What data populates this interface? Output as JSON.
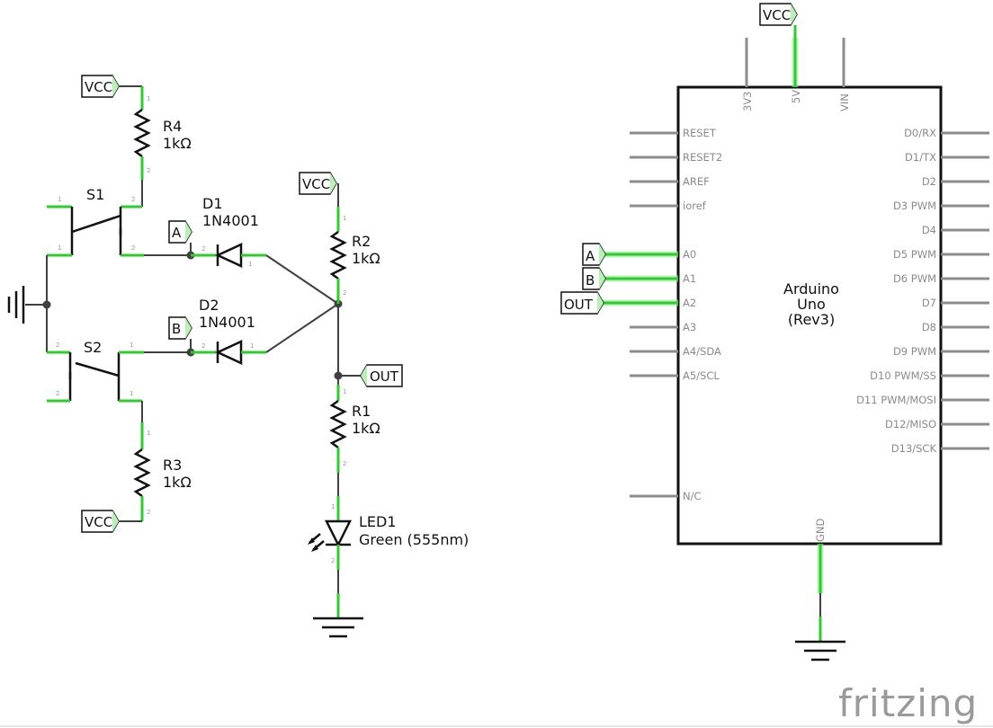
{
  "schematic": {
    "net_labels": {
      "vcc_top_right": "VCC",
      "vcc_r4": "VCC",
      "vcc_r2": "VCC",
      "vcc_r3": "VCC",
      "a_left": "A",
      "b_left": "B",
      "out_left": "OUT",
      "a_right": "A",
      "b_right": "B",
      "out_right": "OUT"
    },
    "components": {
      "r4": {
        "ref": "R4",
        "value": "1kΩ"
      },
      "r3": {
        "ref": "R3",
        "value": "1kΩ"
      },
      "r2": {
        "ref": "R2",
        "value": "1kΩ"
      },
      "r1": {
        "ref": "R1",
        "value": "1kΩ"
      },
      "s1": {
        "ref": "S1"
      },
      "s2": {
        "ref": "S2"
      },
      "d1": {
        "ref": "D1",
        "value": "1N4001"
      },
      "d2": {
        "ref": "D2",
        "value": "1N4001"
      },
      "led1": {
        "ref": "LED1",
        "value": "Green (555nm)"
      }
    },
    "pin_numbers": {
      "one": "1",
      "two": "2"
    },
    "arduino": {
      "name_line1": "Arduino",
      "name_line2": "Uno",
      "name_line3": "(Rev3)",
      "top_pins": [
        "3V3",
        "5V",
        "VIN"
      ],
      "left_pins": [
        "RESET",
        "RESET2",
        "AREF",
        "ioref",
        "A0",
        "A1",
        "A2",
        "A3",
        "A4/SDA",
        "A5/SCL",
        "N/C"
      ],
      "right_pins": [
        "D0/RX",
        "D1/TX",
        "D2",
        "D3 PWM",
        "D4",
        "D5 PWM",
        "D6 PWM",
        "D7",
        "D8",
        "D9 PWM",
        "D10 PWM/SS",
        "D11 PWM/MOSI",
        "D12/MISO",
        "D13/SCK"
      ],
      "bottom_pin": "GND"
    },
    "brand": "fritzing",
    "colors": {
      "connected_wire": "#2ecc2e",
      "wire": "#404040",
      "unconnected_pin": "#8c8c8c",
      "logo": "#9a9a9a"
    }
  }
}
